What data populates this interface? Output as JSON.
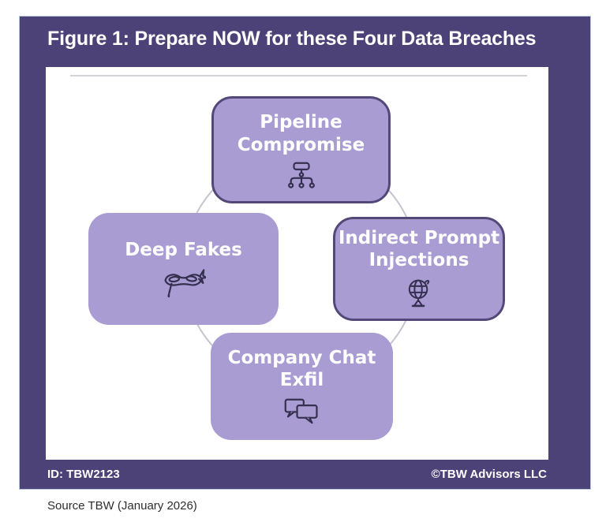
{
  "figure": {
    "title": "Figure 1: Prepare NOW for these Four Data Breaches",
    "id_label": "ID: TBW2123",
    "copyright_label": "©TBW Advisors LLC",
    "source_note": "Source TBW (January 2026)"
  },
  "diagram": {
    "type": "cycle",
    "nodes": [
      {
        "label": "Pipeline\nCompromise",
        "icon": "sitemap-icon",
        "position": "top",
        "outlined": true
      },
      {
        "label": "Deep Fakes",
        "icon": "masquerade-mask-icon",
        "position": "left",
        "outlined": false
      },
      {
        "label": "Indirect Prompt\nInjections",
        "icon": "globe-icon",
        "position": "right",
        "outlined": true
      },
      {
        "label": "Company Chat\nExfil",
        "icon": "chat-bubbles-icon",
        "position": "bottom",
        "outlined": false
      }
    ]
  },
  "colors": {
    "frame": "#4d4278",
    "node_fill": "#a89cd3",
    "node_border": "#544879",
    "node_text": "#ffffff",
    "icon_stroke": "#353050",
    "cycle_ring": "#c7c3d0",
    "divider": "#d4d1d8",
    "title_text": "#ffffff",
    "footer_text": "#ffffff",
    "source_text": "#2d2d2d"
  }
}
